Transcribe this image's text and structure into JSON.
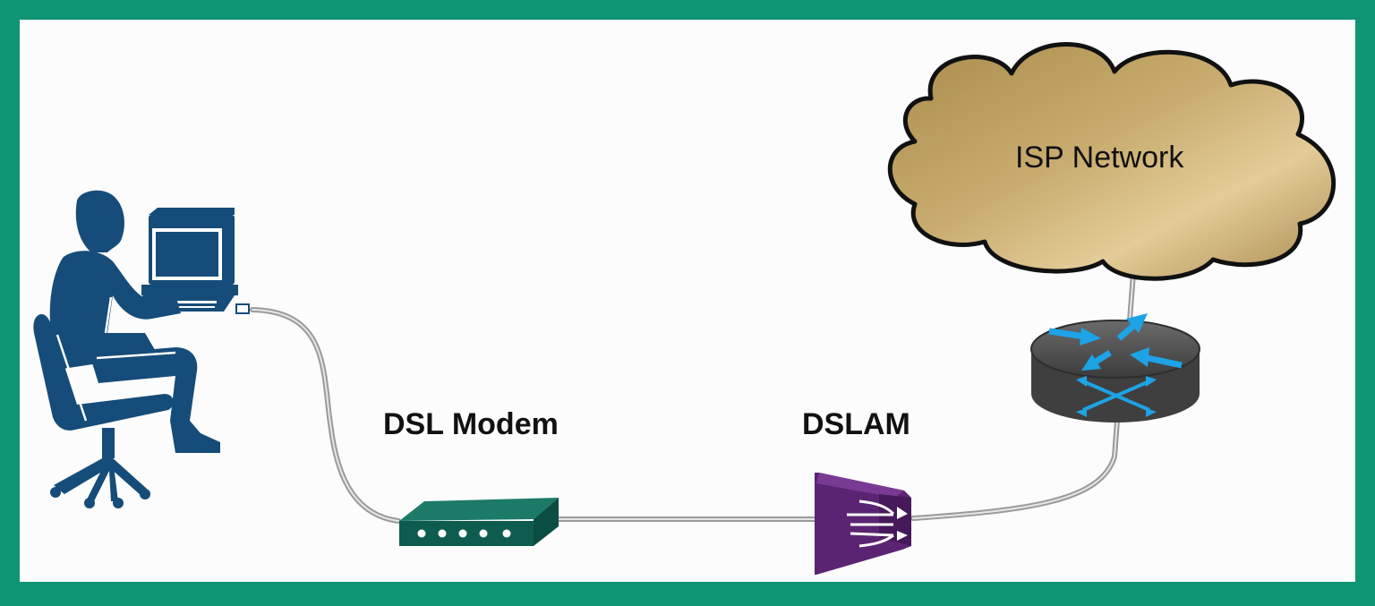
{
  "labels": {
    "cloud": "ISP Network",
    "modem": "DSL Modem",
    "dslam": "DSLAM"
  },
  "colors": {
    "frame": "#0f9474",
    "canvas": "#fcfcfc",
    "user": "#154c79",
    "modem": "#0d5c4f",
    "dslam": "#5b2473",
    "router": "#404040",
    "router_arrows": "#1da3e6",
    "cloud_gold": "#c9a664",
    "cable": "#b8b8b8"
  },
  "icons": [
    "user-at-computer-icon",
    "dsl-modem-icon",
    "dslam-icon",
    "router-icon",
    "cloud-icon"
  ]
}
